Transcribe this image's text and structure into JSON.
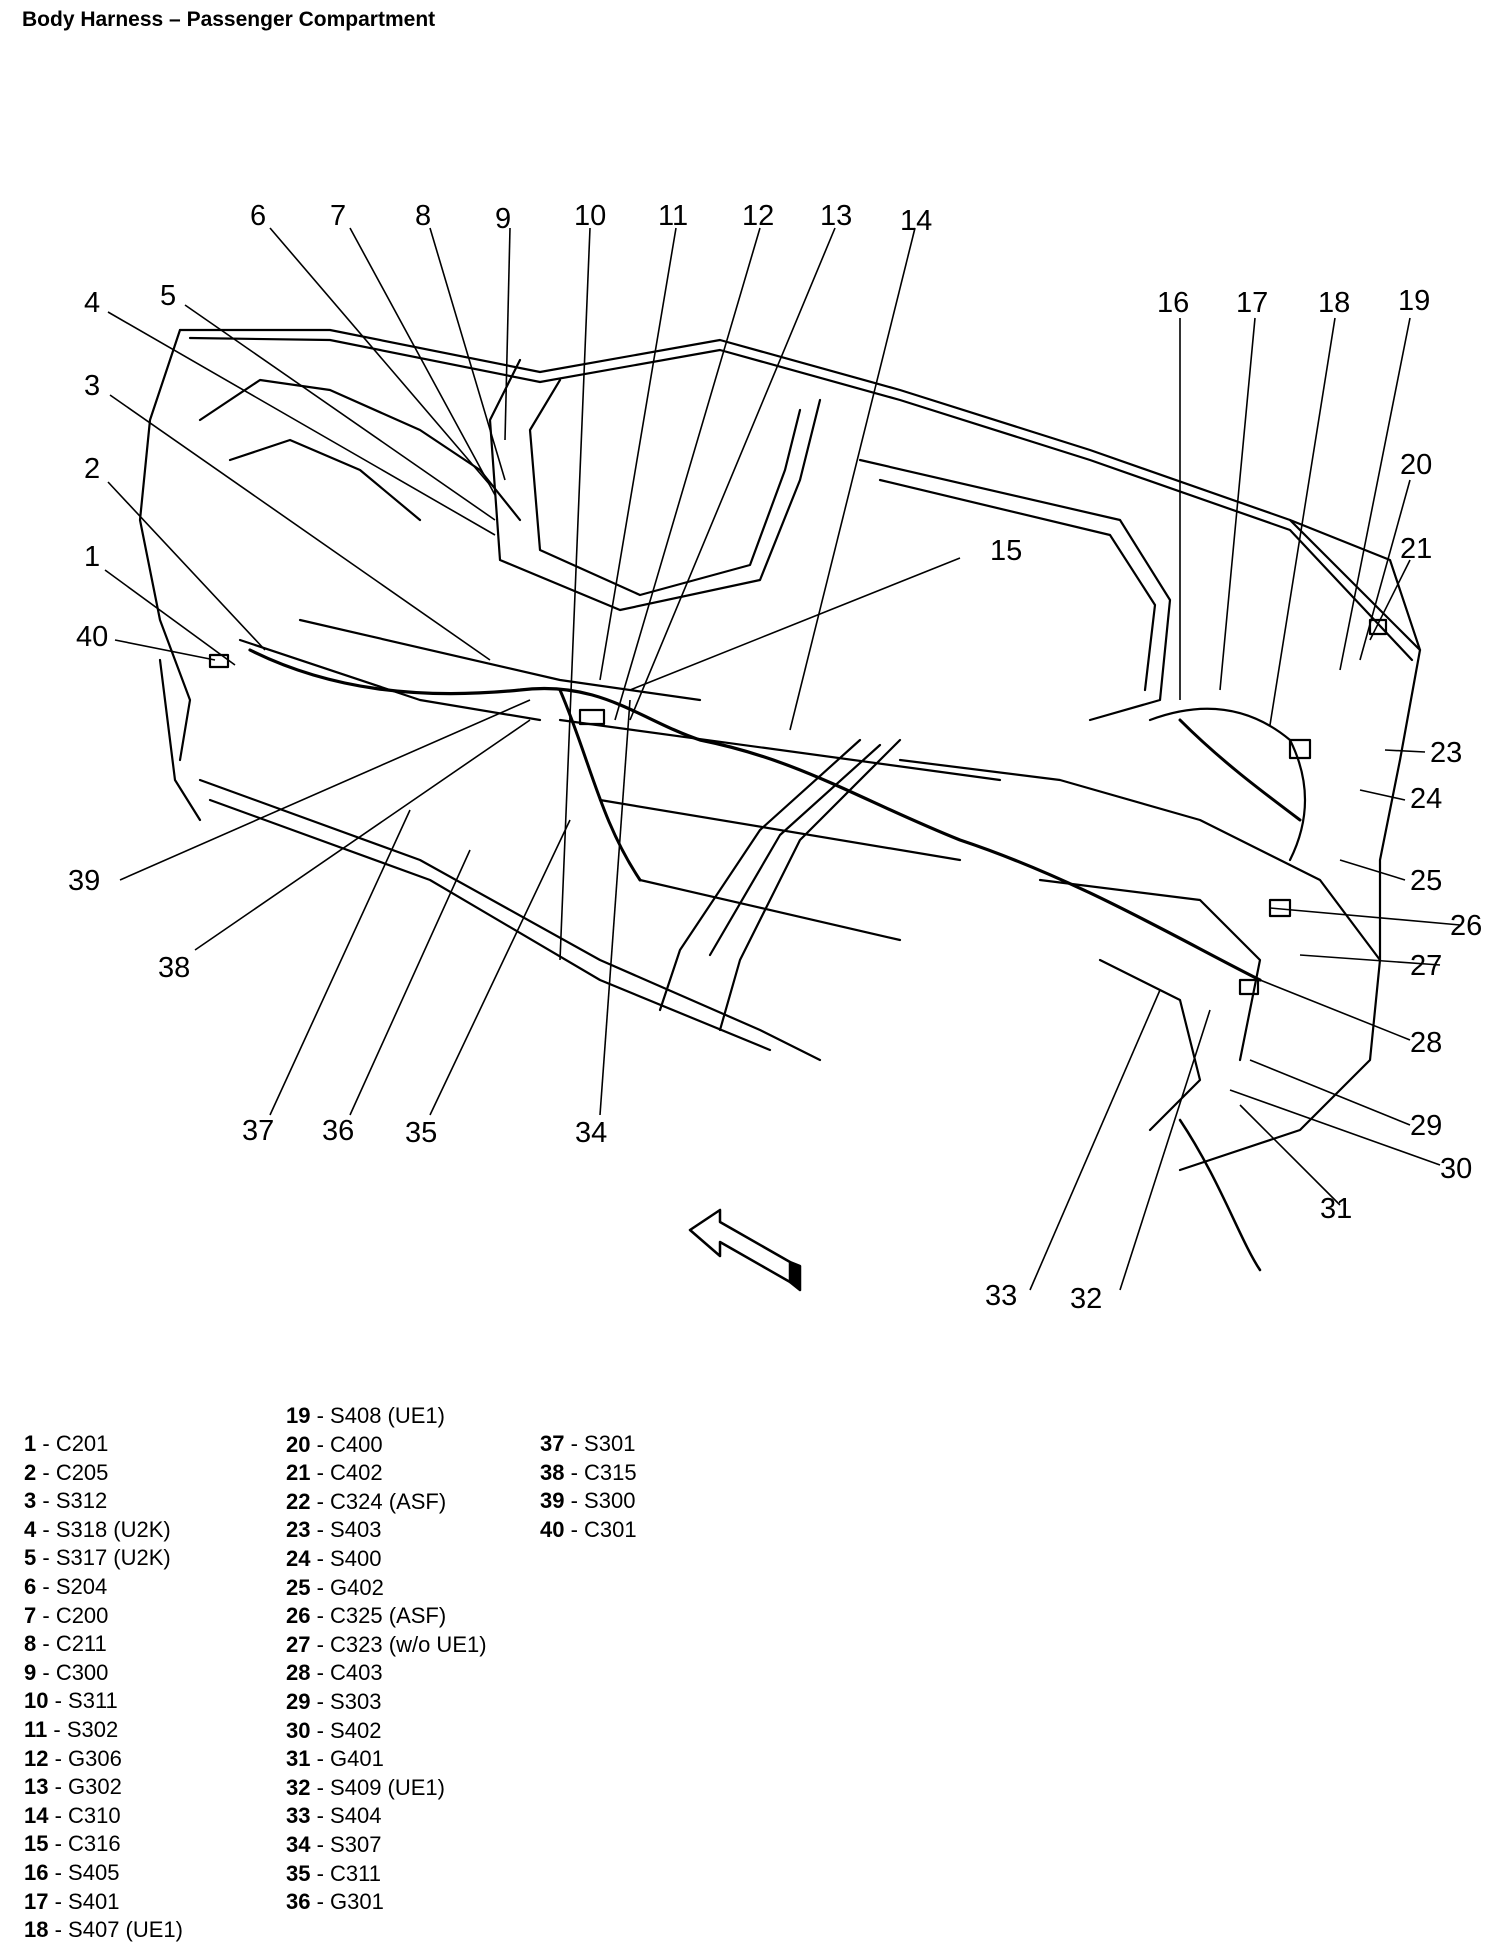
{
  "title": "Body Harness – Passenger Compartment",
  "callouts": [
    "1",
    "2",
    "3",
    "4",
    "5",
    "6",
    "7",
    "8",
    "9",
    "10",
    "11",
    "12",
    "13",
    "14",
    "15",
    "16",
    "17",
    "18",
    "19",
    "20",
    "21",
    "23",
    "24",
    "25",
    "26",
    "27",
    "28",
    "29",
    "30",
    "31",
    "32",
    "33",
    "34",
    "35",
    "36",
    "37",
    "38",
    "39",
    "40"
  ],
  "legend": [
    {
      "num": "1",
      "label": "C201"
    },
    {
      "num": "2",
      "label": "C205"
    },
    {
      "num": "3",
      "label": "S312"
    },
    {
      "num": "4",
      "label": "S318 (U2K)"
    },
    {
      "num": "5",
      "label": "S317 (U2K)"
    },
    {
      "num": "6",
      "label": "S204"
    },
    {
      "num": "7",
      "label": "C200"
    },
    {
      "num": "8",
      "label": "C211"
    },
    {
      "num": "9",
      "label": "C300"
    },
    {
      "num": "10",
      "label": "S311"
    },
    {
      "num": "11",
      "label": "S302"
    },
    {
      "num": "12",
      "label": "G306"
    },
    {
      "num": "13",
      "label": "G302"
    },
    {
      "num": "14",
      "label": "C310"
    },
    {
      "num": "15",
      "label": "C316"
    },
    {
      "num": "16",
      "label": "S405"
    },
    {
      "num": "17",
      "label": "S401"
    },
    {
      "num": "18",
      "label": "S407 (UE1)"
    },
    {
      "num": "19",
      "label": "S408 (UE1)"
    },
    {
      "num": "20",
      "label": "C400"
    },
    {
      "num": "21",
      "label": "C402"
    },
    {
      "num": "22",
      "label": "C324 (ASF)"
    },
    {
      "num": "23",
      "label": "S403"
    },
    {
      "num": "24",
      "label": "S400"
    },
    {
      "num": "25",
      "label": "G402"
    },
    {
      "num": "26",
      "label": "C325 (ASF)"
    },
    {
      "num": "27",
      "label": "C323 (w/o UE1)"
    },
    {
      "num": "28",
      "label": "C403"
    },
    {
      "num": "29",
      "label": "S303"
    },
    {
      "num": "30",
      "label": "S402"
    },
    {
      "num": "31",
      "label": "G401"
    },
    {
      "num": "32",
      "label": "S409 (UE1)"
    },
    {
      "num": "33",
      "label": "S404"
    },
    {
      "num": "34",
      "label": "S307"
    },
    {
      "num": "35",
      "label": "C311"
    },
    {
      "num": "36",
      "label": "G301"
    },
    {
      "num": "37",
      "label": "S301"
    },
    {
      "num": "38",
      "label": "C315"
    },
    {
      "num": "39",
      "label": "S300"
    },
    {
      "num": "40",
      "label": "C301"
    }
  ]
}
